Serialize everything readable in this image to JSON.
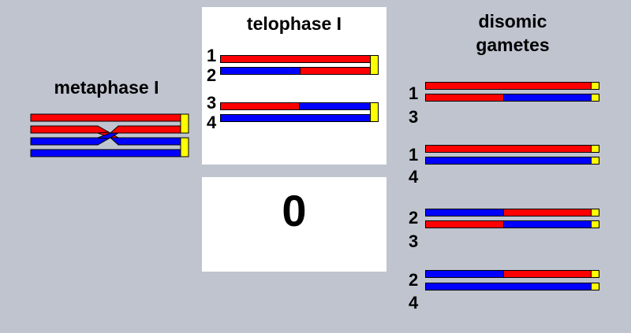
{
  "colors": {
    "background": "#bfc4cf",
    "maternal": "#ff0000",
    "paternal": "#0000ff",
    "centromere": "#ffff00",
    "panel": "#ffffff"
  },
  "metaphase": {
    "title": "metaphase I"
  },
  "telophase": {
    "title": "telophase I",
    "labels": [
      "1",
      "2",
      "3",
      "4"
    ]
  },
  "count_panel": {
    "value": "0"
  },
  "gametes": {
    "title_line1": "disomic",
    "title_line2": "gametes",
    "pairs": [
      {
        "top": "1",
        "bottom": "3"
      },
      {
        "top": "1",
        "bottom": "4"
      },
      {
        "top": "2",
        "bottom": "3"
      },
      {
        "top": "2",
        "bottom": "4"
      }
    ]
  }
}
